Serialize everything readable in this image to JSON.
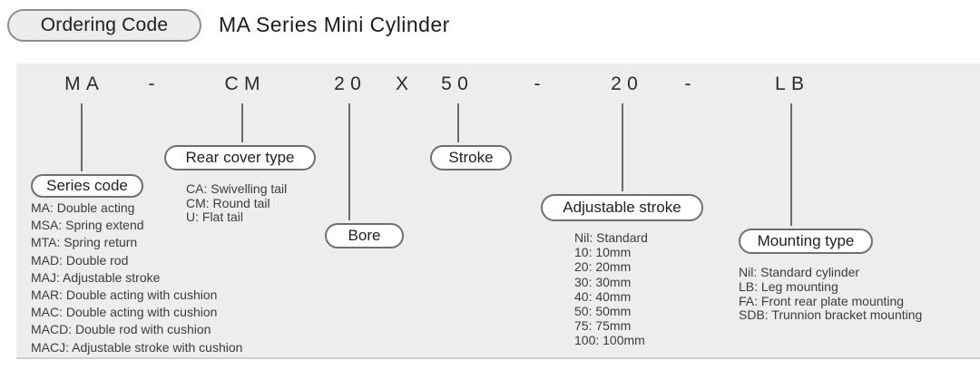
{
  "header": {
    "badge": "Ordering Code",
    "title": "MA Series Mini Cylinder"
  },
  "code": {
    "parts": [
      "MA",
      "-",
      "CM",
      "20",
      "X",
      "50",
      "-",
      "20",
      "-",
      "LB"
    ]
  },
  "groups": {
    "series": {
      "label": "Series code",
      "items": [
        "MA: Double acting",
        "MSA: Spring extend",
        "MTA: Spring return",
        "MAD: Double rod",
        "MAJ: Adjustable stroke",
        "MAR: Double acting with cushion",
        "MAC: Double acting with cushion",
        "MACD: Double rod with cushion",
        "MACJ: Adjustable stroke with cushion"
      ]
    },
    "rear_cover": {
      "label": "Rear cover type",
      "items": [
        "CA: Swivelling tail",
        "CM: Round tail",
        "U: Flat tail"
      ]
    },
    "bore": {
      "label": "Bore"
    },
    "stroke": {
      "label": "Stroke"
    },
    "adjustable": {
      "label": "Adjustable stroke",
      "items": [
        "Nil: Standard",
        "10: 10mm",
        "20: 20mm",
        "30: 30mm",
        "40: 40mm",
        "50: 50mm",
        "75: 75mm",
        "100: 100mm"
      ]
    },
    "mounting": {
      "label": "Mounting type",
      "items": [
        "Nil: Standard cylinder",
        "LB: Leg mounting",
        "FA: Front rear plate mounting",
        "SDB: Trunnion bracket mounting"
      ]
    }
  },
  "colors": {
    "panel_bg": "#ededee",
    "pill_border": "#6f6f6f",
    "badge_bg": "#ececec",
    "text": "#2b2b2b",
    "line": "#6b6b6b"
  }
}
